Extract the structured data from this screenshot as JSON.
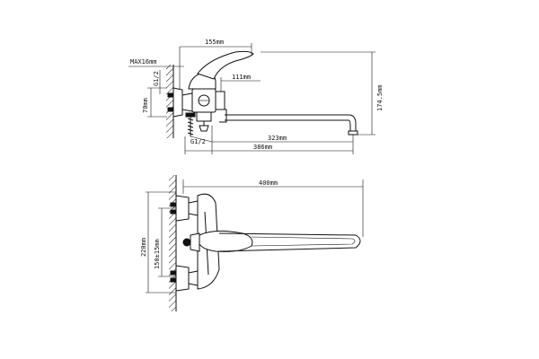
{
  "top_view": {
    "dim_155": "155mm",
    "dim_max16": "MAX16mm",
    "dim_g12_upper": "G1/2",
    "dim_70": "70mm",
    "dim_111": "111mm",
    "dim_174_5": "174.5mm",
    "dim_g12_lower": "G1/2",
    "dim_323": "323mm",
    "dim_386": "386mm"
  },
  "front_view": {
    "dim_400": "400mm",
    "dim_220": "220mm",
    "dim_150": "150±15mm"
  }
}
